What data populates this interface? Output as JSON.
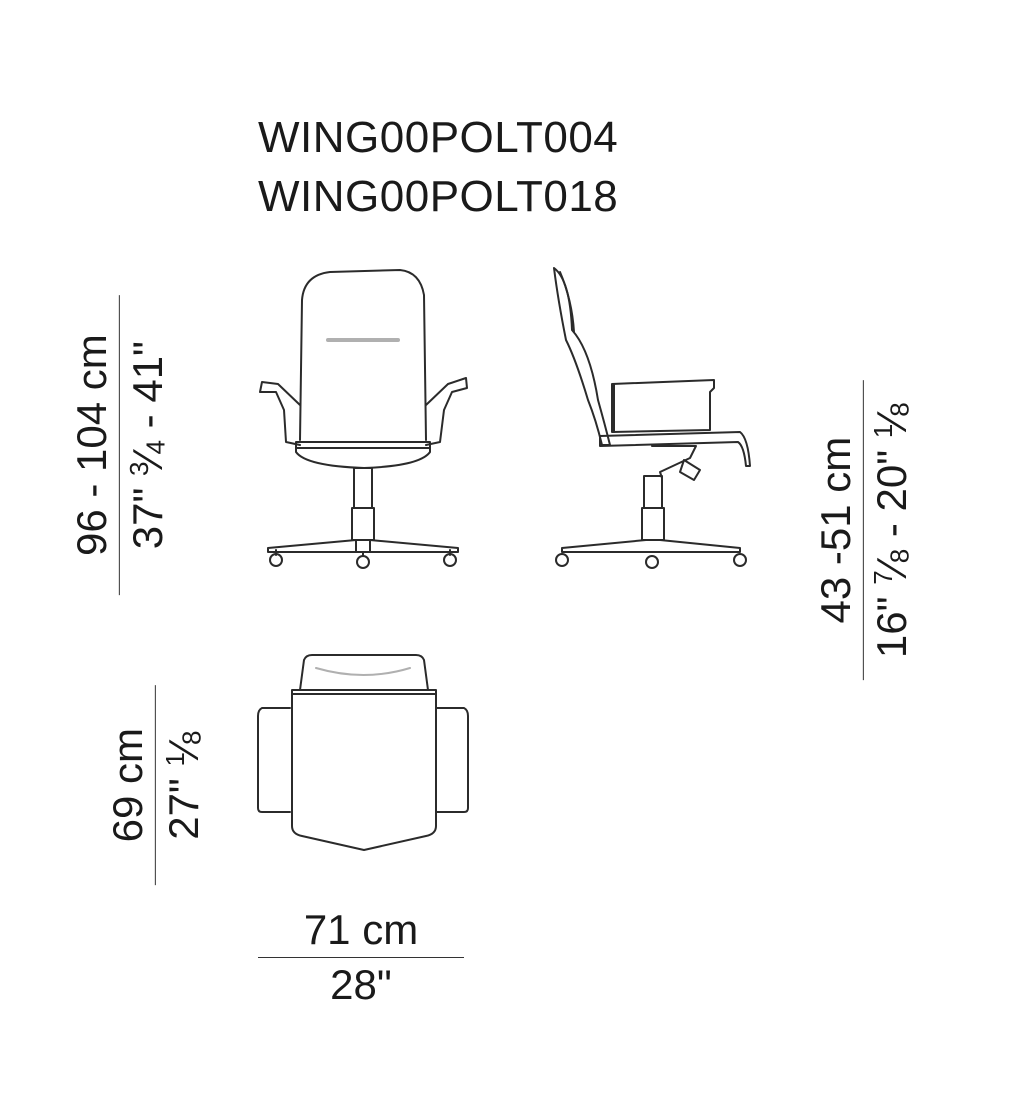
{
  "codes": [
    "WING00POLT004",
    "WING00POLT018"
  ],
  "dimensions": {
    "height": {
      "metric": "96 - 104 cm",
      "imperial_a": "37\"",
      "imperial_frac1_num": "3",
      "imperial_frac1_den": "4",
      "imperial_b": " - 41\""
    },
    "seat_height": {
      "metric": "43 -51 cm",
      "imperial_a": "16\"",
      "imperial_frac1_num": "7",
      "imperial_frac1_den": "8",
      "imperial_b": " - 20\"",
      "imperial_frac2_num": "1",
      "imperial_frac2_den": "8"
    },
    "depth": {
      "metric": "69 cm",
      "imperial_a": "27\"",
      "imperial_frac_num": "1",
      "imperial_frac_den": "8"
    },
    "width": {
      "metric": "71 cm",
      "imperial": "28\""
    }
  },
  "colors": {
    "line": "#2b2b2b",
    "accent_line": "#b0b0b0"
  }
}
